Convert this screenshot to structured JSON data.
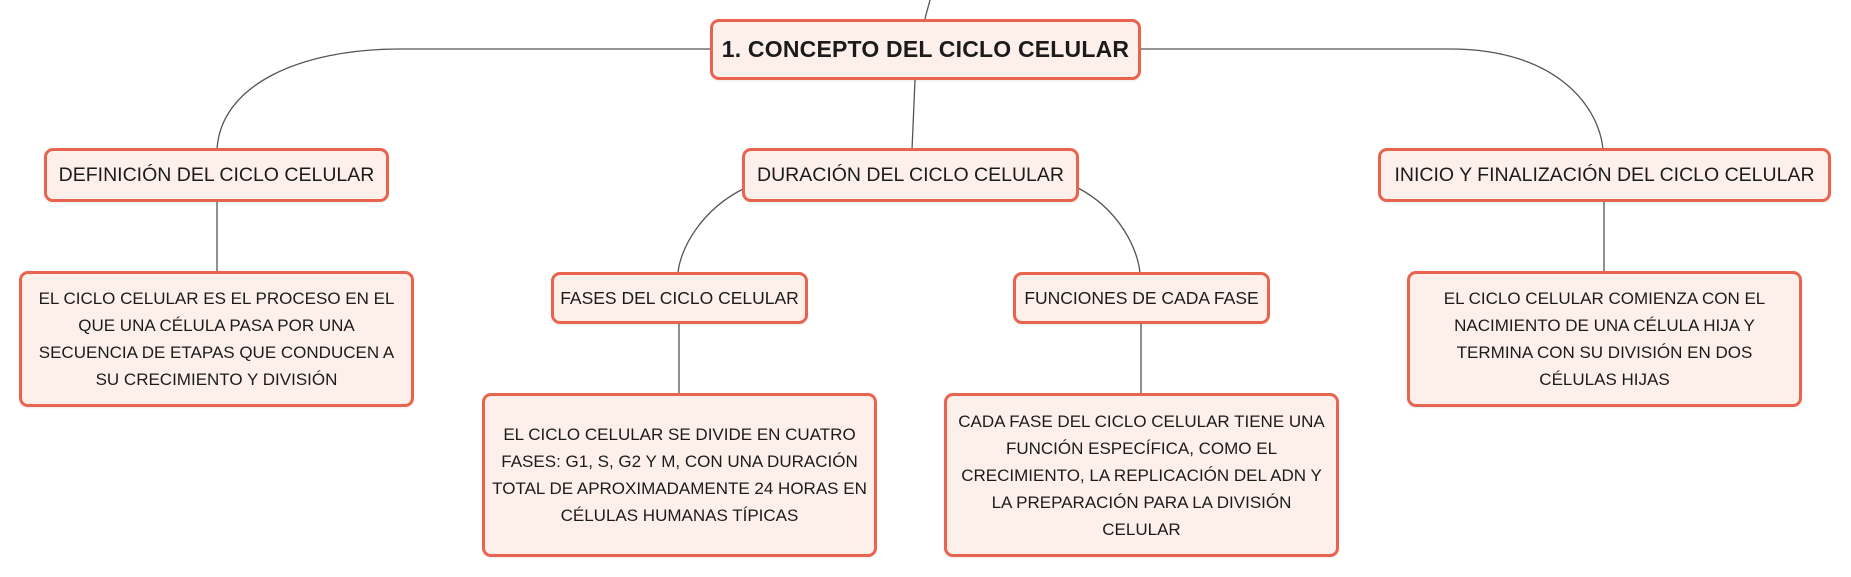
{
  "diagram": {
    "root": {
      "label": "1. CONCEPTO DEL CICLO CELULAR"
    },
    "branches": [
      {
        "label": "DEFINICIÓN DEL CICLO CELULAR",
        "detail": "EL CICLO CELULAR ES EL PROCESO EN EL QUE UNA CÉLULA PASA POR UNA SECUENCIA DE ETAPAS QUE CONDUCEN A SU CRECIMIENTO Y DIVISIÓN"
      },
      {
        "label": "DURACIÓN DEL CICLO CELULAR",
        "children": [
          {
            "label": "FASES DEL CICLO CELULAR",
            "detail": "EL CICLO CELULAR SE DIVIDE EN CUATRO FASES: G1, S, G2 Y M, CON UNA DURACIÓN TOTAL DE APROXIMADAMENTE 24 HORAS EN CÉLULAS HUMANAS TÍPICAS"
          },
          {
            "label": "FUNCIONES DE CADA FASE",
            "detail": "CADA FASE DEL CICLO CELULAR TIENE UNA FUNCIÓN ESPECÍFICA, COMO EL CRECIMIENTO, LA REPLICACIÓN DEL ADN Y LA PREPARACIÓN PARA LA DIVISIÓN CELULAR"
          }
        ]
      },
      {
        "label": "INICIO Y FINALIZACIÓN DEL CICLO CELULAR",
        "detail": "EL CICLO CELULAR COMIENZA CON EL NACIMIENTO DE UNA CÉLULA HIJA Y TERMINA CON SU DIVISIÓN EN DOS CÉLULAS HIJAS"
      }
    ],
    "colors": {
      "node_fill": "#fdf0ea",
      "node_border": "#e8644f",
      "connector": "#555555",
      "text": "#1b1b1b"
    }
  }
}
